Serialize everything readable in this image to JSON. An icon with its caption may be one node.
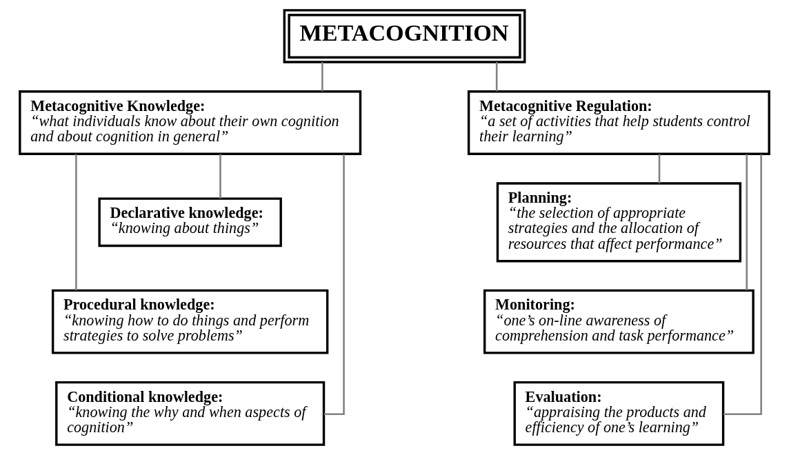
{
  "diagram": {
    "nodes": [
      {
        "text": [
          "METACOGNITION"
        ]
      },
      {
        "text": [
          "Metacognitive Knowledge:",
          "“what individuals know about their own cognition and about cognition in general”"
        ]
      },
      {
        "text": [
          "Metacognitive Regulation:",
          "“a set of activities that help students control their learning”"
        ]
      },
      {
        "text": [
          "Declarative knowledge:",
          "“knowing about things”"
        ]
      },
      {
        "text": [
          "Procedural knowledge:",
          "“knowing how to do things and perform strategies to solve problems”"
        ]
      },
      {
        "text": [
          "Conditional knowledge:",
          "“knowing the why and when aspects of cognition”"
        ]
      },
      {
        "text": [
          "Planning:",
          "“the selection of appropriate strategies and the allocation of resources that affect performance”"
        ]
      },
      {
        "text": [
          "Monitoring:",
          "“one’s on-line awareness of comprehension and task performance”"
        ]
      },
      {
        "text": [
          "Evaluation:",
          "“appraising the products and efficiency of one’s learning”"
        ]
      }
    ],
    "edges": [
      {
        "from": 0,
        "to": 1,
        "arrow": "none"
      },
      {
        "from": 0,
        "to": 2,
        "arrow": "none"
      },
      {
        "from": 1,
        "to": 3,
        "arrow": "none"
      },
      {
        "from": 1,
        "to": 4,
        "arrow": "none"
      },
      {
        "from": 1,
        "to": 5,
        "arrow": "none"
      },
      {
        "from": 2,
        "to": 6,
        "arrow": "none"
      },
      {
        "from": 2,
        "to": 7,
        "arrow": "none"
      },
      {
        "from": 2,
        "to": 8,
        "arrow": "none"
      }
    ]
  }
}
